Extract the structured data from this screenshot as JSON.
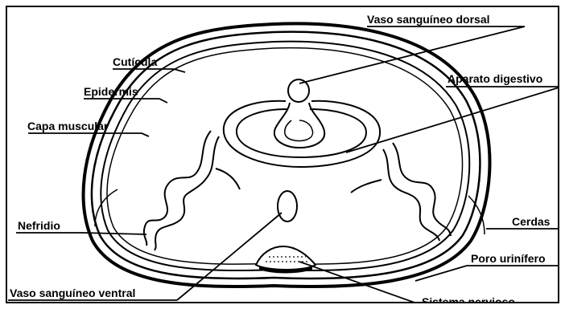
{
  "labels": {
    "vaso_dorsal": "Vaso sanguíneo dorsal",
    "aparato_digestivo": "Aparato digestivo",
    "cuticula": "Cutícula",
    "epidermis": "Epidermis",
    "capa_muscular": "Capa muscular",
    "nefridio": "Nefridio",
    "cerdas": "Cerdas",
    "poro_urinifero": "Poro urinífero",
    "vaso_ventral": "Vaso sanguíneo ventral",
    "sistema_nervioso": "Sistema nervioso"
  }
}
